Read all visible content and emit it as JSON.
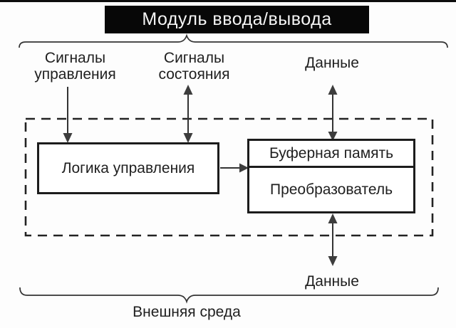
{
  "title": "Модуль ввода/вывода",
  "labels": {
    "control_signals": "Сигналы управления",
    "status_signals": "Сигналы состояния",
    "data_top": "Данные",
    "data_bottom": "Данные",
    "external_environment": "Внешняя среда"
  },
  "blocks": {
    "control_logic": "Логика управления",
    "buffer_memory": "Буферная память",
    "converter": "Преобразователь"
  },
  "connectors": [
    {
      "name": "control-signals-arrow",
      "from": "Сигналы управления",
      "to": "Логика управления",
      "direction": "down"
    },
    {
      "name": "status-signals-arrow",
      "from": "Сигналы состояния",
      "to": "Логика управления",
      "direction": "bidirectional-vertical"
    },
    {
      "name": "data-top-arrow",
      "from": "Данные",
      "to": "Буферная память",
      "direction": "bidirectional-vertical"
    },
    {
      "name": "logic-to-buffer-arrow",
      "from": "Логика управления",
      "to": "Буферная память / Преобразователь",
      "direction": "right"
    },
    {
      "name": "data-bottom-arrow",
      "from": "Преобразователь",
      "to": "Данные",
      "direction": "bidirectional-vertical"
    }
  ],
  "boundaries": {
    "module_boundary_style": "dashed-rectangle",
    "top_brace_points_to": "Модуль ввода/вывода",
    "bottom_brace_points_to": "Внешняя среда"
  },
  "colors": {
    "ink": "#1f1f1f",
    "title_bg": "#070707",
    "title_text": "#f5f5f5",
    "background": "#fdfdfd"
  }
}
